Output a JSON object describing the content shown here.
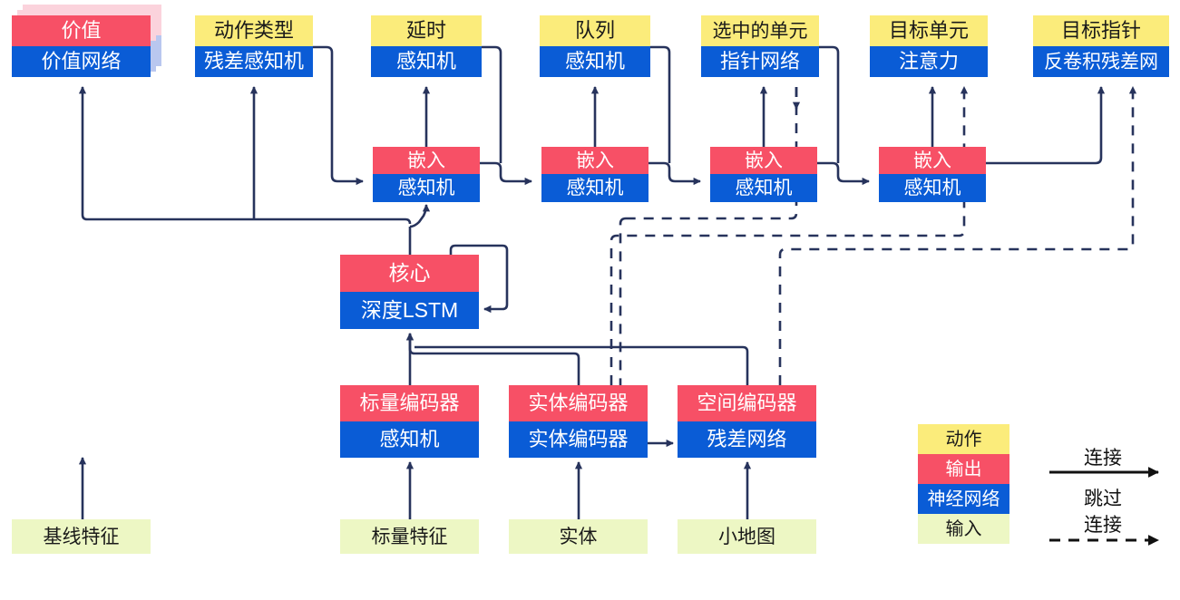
{
  "diagram": {
    "title": "AlphaStar-style agent architecture (Chinese labels)",
    "colors": {
      "action": "#FBEC7B",
      "output": "#F75066",
      "network": "#0A5CD6",
      "input": "#EDF7C4",
      "wire": "#27335C",
      "ghost_pink": "#FBD3DC",
      "ghost_blue": "#B9C7EF"
    }
  },
  "nodes": {
    "value": {
      "top": "价值",
      "bottom": "价值网络"
    },
    "action_type": {
      "top": "动作类型",
      "bottom": "残差感知机"
    },
    "delay": {
      "top": "延时",
      "bottom": "感知机"
    },
    "queued": {
      "top": "队列",
      "bottom": "感知机"
    },
    "selected_units": {
      "top": "选中的单元",
      "bottom": "指针网络"
    },
    "target_unit": {
      "top": "目标单元",
      "bottom": "注意力"
    },
    "target_point": {
      "top": "目标指针",
      "bottom": "反卷积残差网"
    },
    "embed1": {
      "top": "嵌入",
      "bottom": "感知机"
    },
    "embed2": {
      "top": "嵌入",
      "bottom": "感知机"
    },
    "embed3": {
      "top": "嵌入",
      "bottom": "感知机"
    },
    "embed4": {
      "top": "嵌入",
      "bottom": "感知机"
    },
    "core": {
      "top": "核心",
      "bottom": "深度LSTM"
    },
    "scalar_encoder": {
      "top": "标量编码器",
      "bottom": "感知机"
    },
    "entity_encoder": {
      "top": "实体编码器",
      "bottom": "实体编码器"
    },
    "spatial_encoder": {
      "top": "空间编码器",
      "bottom": "残差网络"
    }
  },
  "inputs": {
    "baseline_features": "基线特征",
    "scalar_features": "标量特征",
    "entities": "实体",
    "minimap": "小地图"
  },
  "legend": {
    "swatches": [
      {
        "key": "action",
        "label": "动作"
      },
      {
        "key": "output",
        "label": "输出"
      },
      {
        "key": "network",
        "label": "神经网络"
      },
      {
        "key": "input",
        "label": "输入"
      }
    ],
    "connection_label": "连接",
    "skip_label_line1": "跳过",
    "skip_label_line2": "连接"
  }
}
